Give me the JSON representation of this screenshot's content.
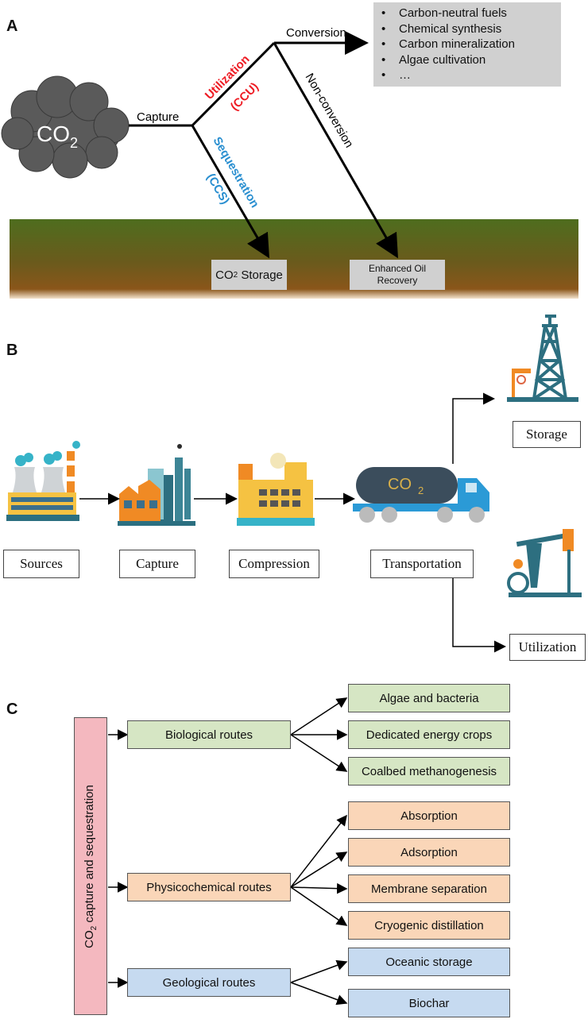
{
  "panel_a": {
    "letter": "A",
    "cloud_label": "CO",
    "cloud_sub": "2",
    "capture": "Capture",
    "utilization": "Utilization",
    "ccu": "(CCU)",
    "sequestration": "Sequestration",
    "ccs": "(CCS)",
    "conversion": "Conversion",
    "non_conversion": "Non-conversion",
    "bullets": [
      "Carbon-neutral fuels",
      "Chemical synthesis",
      "Carbon mineralization",
      "Algae cultivation",
      "…"
    ],
    "bullet_char": "•",
    "storage_prefix": "CO",
    "storage_sub": "2",
    "storage_suffix": " Storage",
    "eor_line1": "Enhanced Oil",
    "eor_line2": "Recovery",
    "colors": {
      "utilization": "#ee1c24",
      "sequestration": "#2a8fd0",
      "cloud": "#5a5a5a",
      "ground_top": "#4e6d1e",
      "ground_bottom": "#8a5a1a"
    }
  },
  "panel_b": {
    "letter": "B",
    "steps": [
      "Sources",
      "Capture",
      "Compression",
      "Transportation"
    ],
    "storage": "Storage",
    "utilization": "Utilization",
    "truck_label": "CO",
    "truck_sub": "2"
  },
  "panel_c": {
    "letter": "C",
    "root_prefix": "CO",
    "root_sub": "2",
    "root_suffix": " capture and sequestration",
    "routes": [
      {
        "name": "Biological routes",
        "items": [
          "Algae and bacteria",
          "Dedicated energy crops",
          "Coalbed methanogenesis"
        ]
      },
      {
        "name": "Physicochemical routes",
        "items": [
          "Absorption",
          "Adsorption",
          "Membrane separation",
          "Cryogenic distillation"
        ]
      },
      {
        "name": "Geological routes",
        "items": [
          "Oceanic storage",
          "Biochar"
        ]
      }
    ]
  }
}
